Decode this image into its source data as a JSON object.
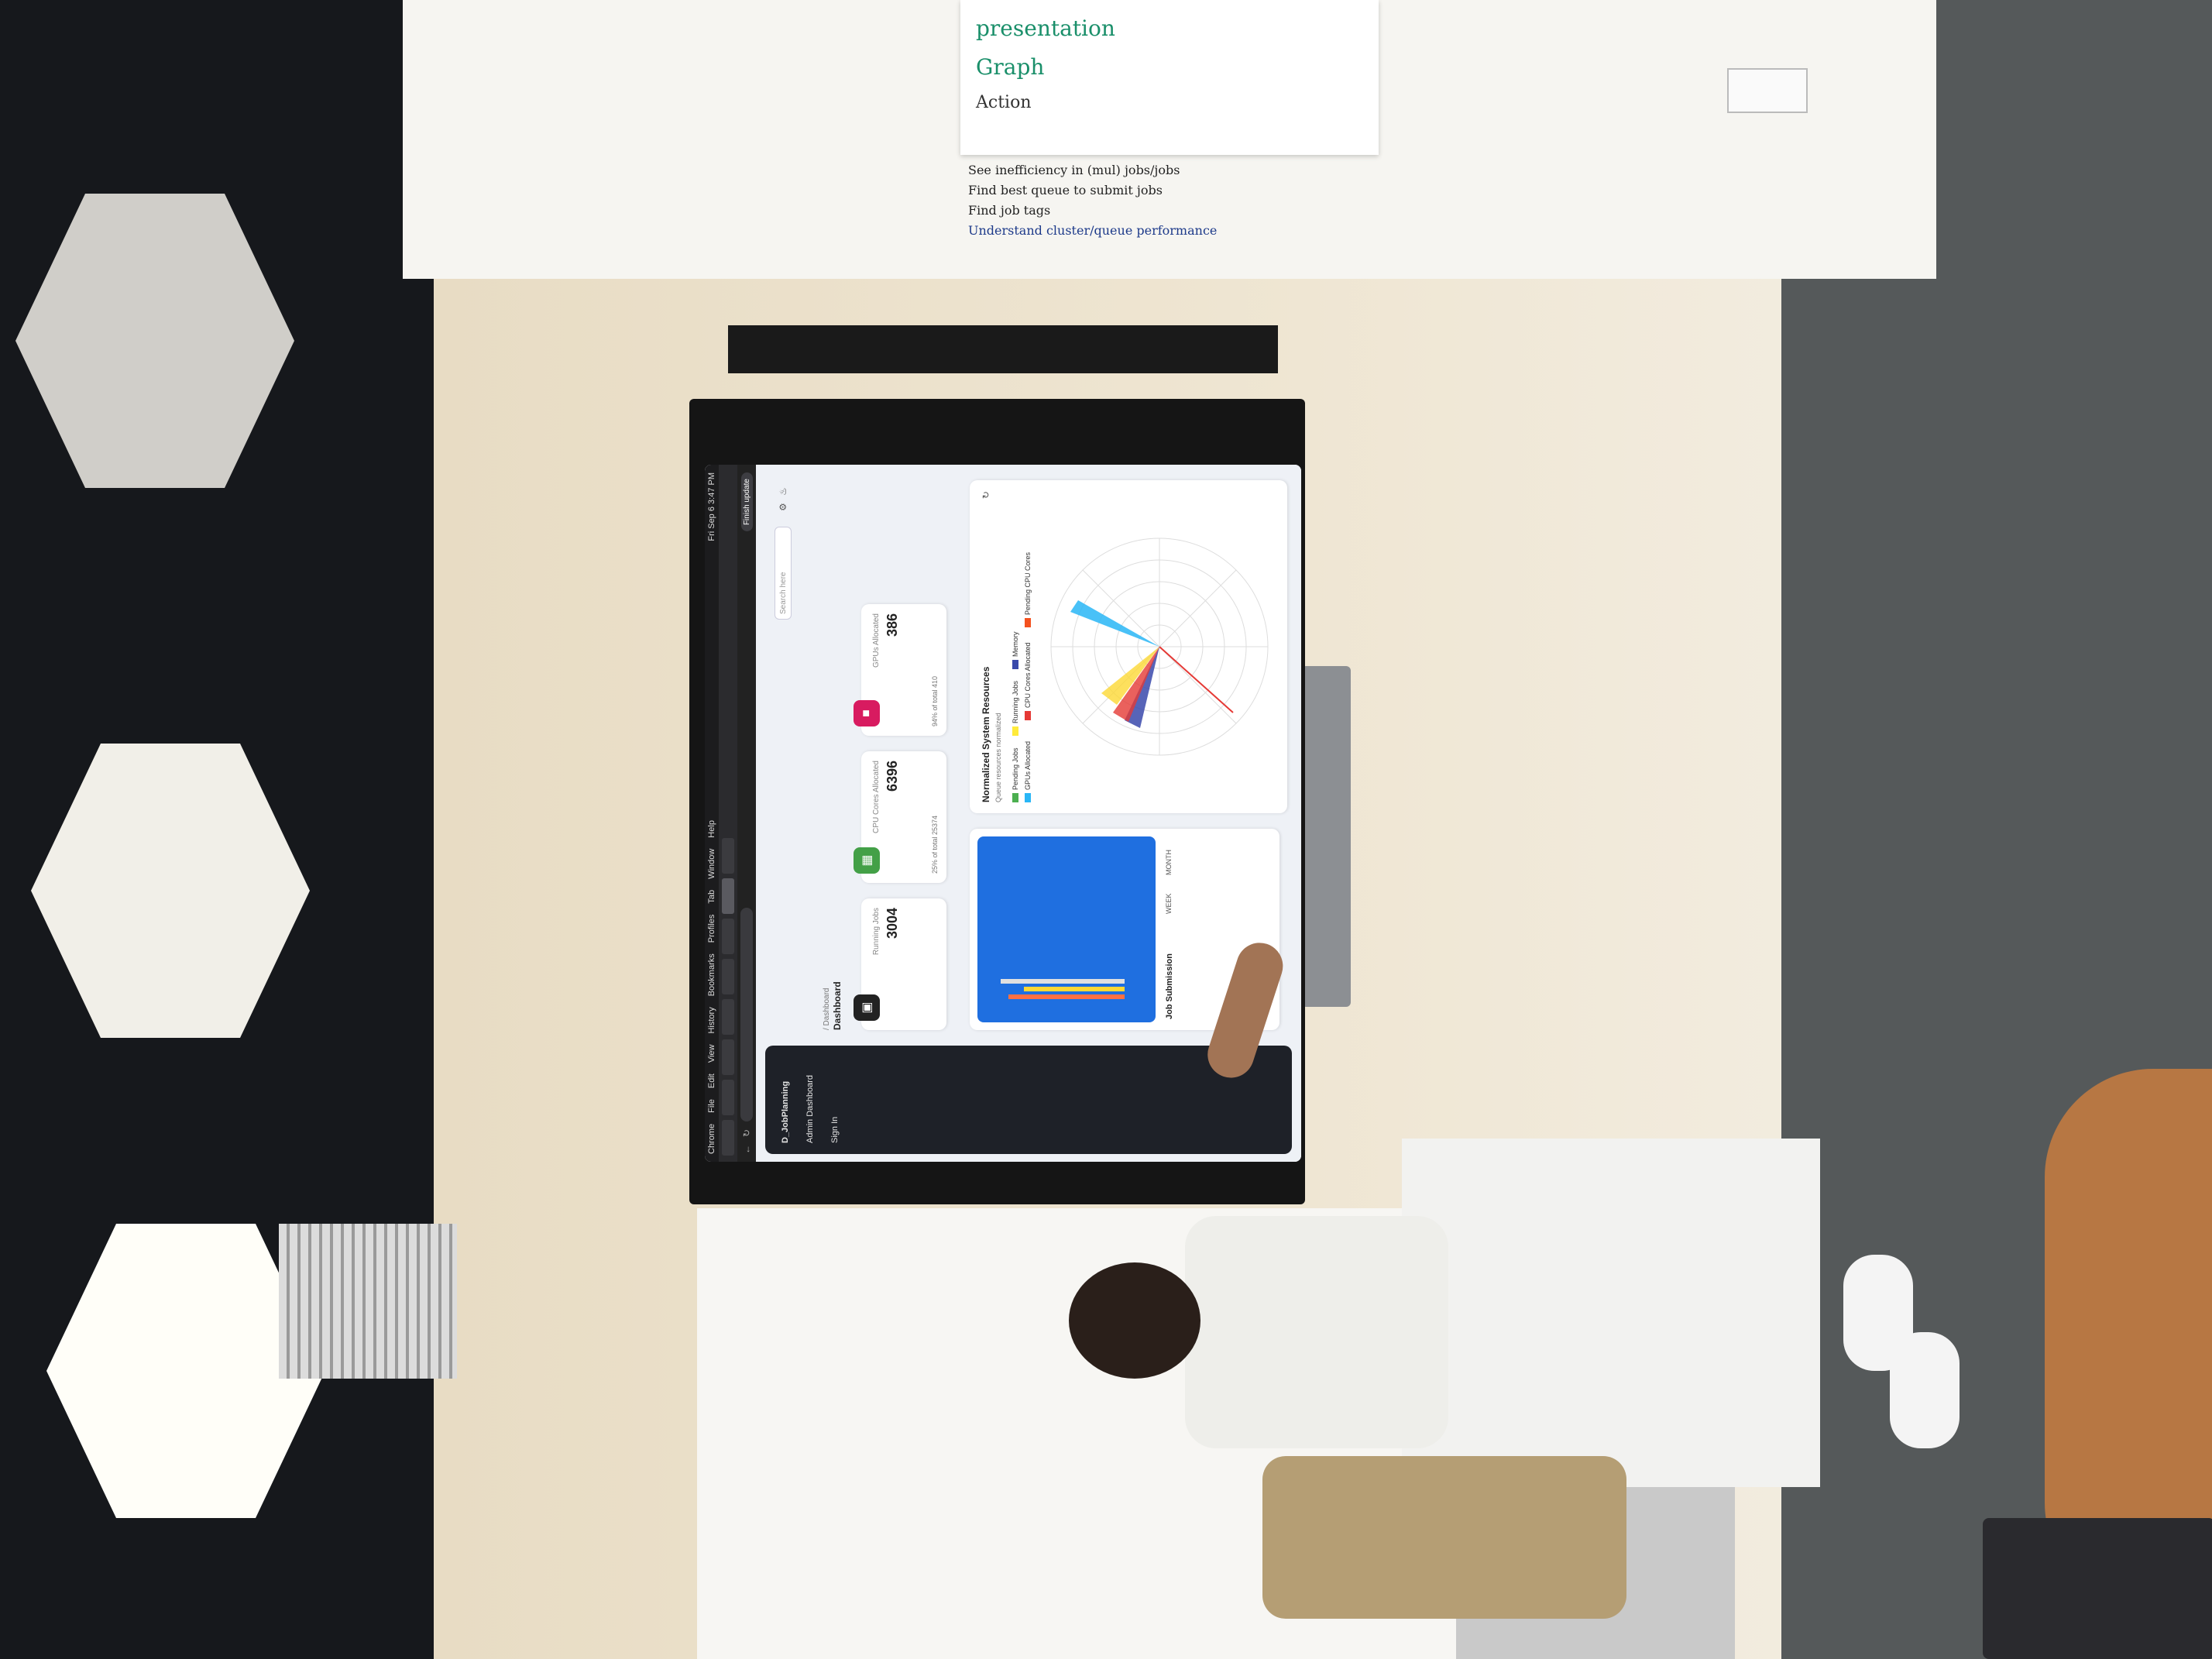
{
  "browser": {
    "menu_items": [
      "Chrome",
      "File",
      "Edit",
      "View",
      "History",
      "Bookmarks",
      "Profiles",
      "Tab",
      "Window",
      "Help"
    ],
    "finish_update": "Finish update",
    "clock": "Fri Sep 6 3:47 PM"
  },
  "app": {
    "sidebar_items": [
      "D_JobPlanning",
      "Admin Dashboard",
      "Sign In"
    ],
    "search_placeholder": "Search here",
    "breadcrumb": "/ Dashboard",
    "page_title": "Dashboard",
    "stats": [
      {
        "label": "Running Jobs",
        "value": "3004",
        "color": "#222222"
      },
      {
        "label": "CPU Cores Allocated",
        "value": "6396",
        "sub": "25% of total 25374",
        "color": "#43a047"
      },
      {
        "label": "GPUs Allocated",
        "value": "386",
        "sub": "94% of total 410",
        "color": "#d81b60"
      }
    ],
    "job_panel": {
      "title": "Job Submission",
      "tabs": [
        "WEEK",
        "MONTH"
      ]
    },
    "radar_panel": {
      "title": "Normalized System Resources",
      "subtitle": "Queue resources normalized",
      "legend": [
        {
          "name": "Pending Jobs",
          "color": "#4caf50"
        },
        {
          "name": "Running Jobs",
          "color": "#ffeb3b"
        },
        {
          "name": "Memory",
          "color": "#3949ab"
        },
        {
          "name": "GPUs Allocated",
          "color": "#29b6f6"
        },
        {
          "name": "CPU Cores Allocated",
          "color": "#e53935"
        },
        {
          "name": "Pending CPU Cores",
          "color": "#f4511e"
        }
      ]
    }
  },
  "whiteboard": {
    "left_notes": [
      "presentation",
      "Graph",
      "Action"
    ],
    "chart_rows": [
      "See inefficiency in (mul) jobs/jobs",
      "Find best queue to submit jobs",
      "Find job tags",
      "Understand cluster/queue performance"
    ]
  }
}
